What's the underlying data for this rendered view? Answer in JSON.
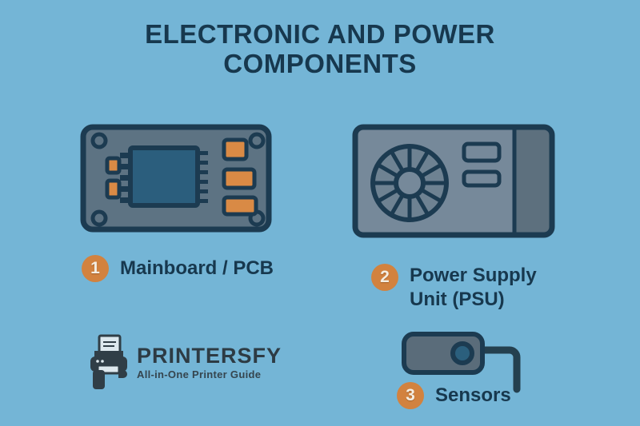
{
  "title": {
    "line1": "ELECTRONIC AND POWER",
    "line2": "COMPONENTS"
  },
  "items": [
    {
      "number": "1",
      "label_lines": [
        "Mainboard / PCB"
      ]
    },
    {
      "number": "2",
      "label_lines": [
        "Power Supply",
        "Unit (PSU)"
      ]
    },
    {
      "number": "3",
      "label_lines": [
        "Sensors"
      ]
    }
  ],
  "logo": {
    "name": "PRINTERSFY",
    "tagline": "All-in-One Printer Guide"
  },
  "icons": [
    "mainboard-icon",
    "psu-icon",
    "sensor-icon",
    "printer-logo-icon"
  ],
  "colors": {
    "background": "#74b5d6",
    "ink": "#17384e",
    "outline": "#1c3b51",
    "board_fill": "#5d7383",
    "chip_fill": "#2b5e7d",
    "component_orange": "#d98a45",
    "psu_fill": "#76899a",
    "psu_panel": "#5d707e",
    "sensor_fill": "#5a6c7a",
    "badge": "#d2823f",
    "badge_text": "#f4eee3",
    "logo_ink": "#2d3b44"
  }
}
